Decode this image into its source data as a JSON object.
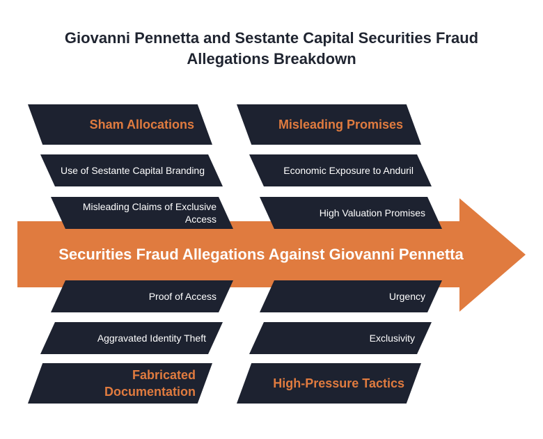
{
  "title": "Giovanni Pennetta and Sestante Capital Securities Fraud Allegations Breakdown",
  "spine": "Securities Fraud Allegations Against Giovanni Pennetta",
  "colors": {
    "accent": "#E07B3F",
    "box": "#1D2230",
    "title_text": "#1F2430"
  },
  "categories": {
    "top_left": "Sham Allocations",
    "top_right": "Misleading Promises",
    "bottom_left": "Fabricated Documentation",
    "bottom_right": "High-Pressure Tactics"
  },
  "causes": {
    "top_left": [
      "Use of Sestante Capital Branding",
      "Misleading Claims of Exclusive Access"
    ],
    "top_right": [
      "Economic Exposure to Anduril",
      "High Valuation Promises"
    ],
    "bottom_left": [
      "Proof of Access",
      "Aggravated Identity Theft"
    ],
    "bottom_right": [
      "Urgency",
      "Exclusivity"
    ]
  }
}
